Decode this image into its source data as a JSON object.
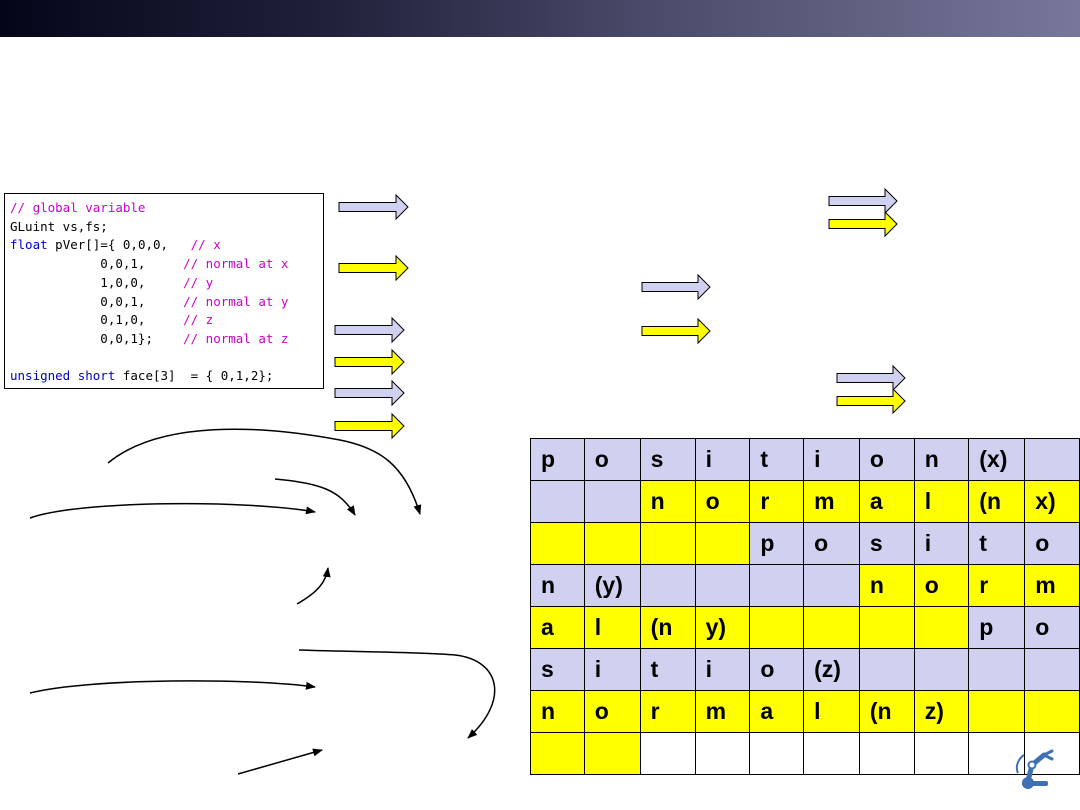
{
  "colors": {
    "lavender": "#d0d0f0",
    "yellow": "#ffff00",
    "comment": "#cc00cc",
    "keyword": "#0000cc"
  },
  "code": {
    "lines": [
      [
        {
          "text": "// global variable",
          "style": "comment"
        }
      ],
      [
        {
          "text": "GLuint vs,fs;",
          "style": "plain"
        }
      ],
      [
        {
          "text": "float",
          "style": "key"
        },
        {
          "text": " pVer[]={ 0,0,0,   ",
          "style": "plain"
        },
        {
          "text": "// x",
          "style": "comment"
        }
      ],
      [
        {
          "text": "            0,0,1,     ",
          "style": "plain"
        },
        {
          "text": "// normal at x",
          "style": "comment"
        }
      ],
      [
        {
          "text": "            1,0,0,     ",
          "style": "plain"
        },
        {
          "text": "// y",
          "style": "comment"
        }
      ],
      [
        {
          "text": "            0,0,1,     ",
          "style": "plain"
        },
        {
          "text": "// normal at y",
          "style": "comment"
        }
      ],
      [
        {
          "text": "            0,1,0,     ",
          "style": "plain"
        },
        {
          "text": "// z",
          "style": "comment"
        }
      ],
      [
        {
          "text": "            0,0,1};    ",
          "style": "plain"
        },
        {
          "text": "// normal at z",
          "style": "comment"
        }
      ],
      [
        {
          "text": "",
          "style": "plain"
        }
      ],
      [
        {
          "text": "unsigned short",
          "style": "key"
        },
        {
          "text": " face[3]  = { 0,1,2};",
          "style": "plain"
        }
      ]
    ]
  },
  "block_arrows": [
    {
      "color": "lavender"
    },
    {
      "color": "yellow"
    },
    {
      "color": "lavender"
    },
    {
      "color": "yellow"
    },
    {
      "color": "lavender"
    },
    {
      "color": "yellow"
    },
    {
      "color": "lavender"
    },
    {
      "color": "yellow"
    },
    {
      "color": "lavender"
    },
    {
      "color": "yellow"
    },
    {
      "color": "lavender"
    },
    {
      "color": "yellow"
    }
  ],
  "memory_grid": [
    [
      {
        "t": "p",
        "c": "l"
      },
      {
        "t": "o",
        "c": "l"
      },
      {
        "t": "s",
        "c": "l"
      },
      {
        "t": "i",
        "c": "l"
      },
      {
        "t": "t",
        "c": "l"
      },
      {
        "t": "i",
        "c": "l"
      },
      {
        "t": "o",
        "c": "l"
      },
      {
        "t": "n",
        "c": "l"
      },
      {
        "t": "(x)",
        "c": "l"
      },
      {
        "t": "",
        "c": "l"
      }
    ],
    [
      {
        "t": "",
        "c": "l"
      },
      {
        "t": "",
        "c": "l"
      },
      {
        "t": "n",
        "c": "y"
      },
      {
        "t": "o",
        "c": "y"
      },
      {
        "t": "r",
        "c": "y"
      },
      {
        "t": "m",
        "c": "y"
      },
      {
        "t": "a",
        "c": "y"
      },
      {
        "t": "l",
        "c": "y"
      },
      {
        "t": "(n",
        "c": "y"
      },
      {
        "t": "x)",
        "c": "y"
      }
    ],
    [
      {
        "t": "",
        "c": "y"
      },
      {
        "t": "",
        "c": "y"
      },
      {
        "t": "",
        "c": "y"
      },
      {
        "t": "",
        "c": "y"
      },
      {
        "t": "p",
        "c": "l"
      },
      {
        "t": "o",
        "c": "l"
      },
      {
        "t": "s",
        "c": "l"
      },
      {
        "t": "i",
        "c": "l"
      },
      {
        "t": "t",
        "c": "l"
      },
      {
        "t": "o",
        "c": "l"
      }
    ],
    [
      {
        "t": "n",
        "c": "l"
      },
      {
        "t": "(y)",
        "c": "l"
      },
      {
        "t": "",
        "c": "l"
      },
      {
        "t": "",
        "c": "l"
      },
      {
        "t": "",
        "c": "l"
      },
      {
        "t": "",
        "c": "l"
      },
      {
        "t": "n",
        "c": "y"
      },
      {
        "t": "o",
        "c": "y"
      },
      {
        "t": "r",
        "c": "y"
      },
      {
        "t": "m",
        "c": "y"
      }
    ],
    [
      {
        "t": "a",
        "c": "y"
      },
      {
        "t": "l",
        "c": "y"
      },
      {
        "t": "(n",
        "c": "y"
      },
      {
        "t": "y)",
        "c": "y"
      },
      {
        "t": "",
        "c": "y"
      },
      {
        "t": "",
        "c": "y"
      },
      {
        "t": "",
        "c": "y"
      },
      {
        "t": "",
        "c": "y"
      },
      {
        "t": "p",
        "c": "l"
      },
      {
        "t": "o",
        "c": "l"
      }
    ],
    [
      {
        "t": "s",
        "c": "l"
      },
      {
        "t": "i",
        "c": "l"
      },
      {
        "t": "t",
        "c": "l"
      },
      {
        "t": "i",
        "c": "l"
      },
      {
        "t": "o",
        "c": "l"
      },
      {
        "t": "(z)",
        "c": "l"
      },
      {
        "t": "",
        "c": "l"
      },
      {
        "t": "",
        "c": "l"
      },
      {
        "t": "",
        "c": "l"
      },
      {
        "t": "",
        "c": "l"
      }
    ],
    [
      {
        "t": "n",
        "c": "y"
      },
      {
        "t": "o",
        "c": "y"
      },
      {
        "t": "r",
        "c": "y"
      },
      {
        "t": "m",
        "c": "y"
      },
      {
        "t": "a",
        "c": "y"
      },
      {
        "t": "l",
        "c": "y"
      },
      {
        "t": "(n",
        "c": "y"
      },
      {
        "t": "z)",
        "c": "y"
      },
      {
        "t": "",
        "c": "y"
      },
      {
        "t": "",
        "c": "y"
      }
    ],
    [
      {
        "t": "",
        "c": "y"
      },
      {
        "t": "",
        "c": "y"
      },
      {
        "t": "",
        "c": "w"
      },
      {
        "t": "",
        "c": "w"
      },
      {
        "t": "",
        "c": "w"
      },
      {
        "t": "",
        "c": "w"
      },
      {
        "t": "",
        "c": "w"
      },
      {
        "t": "",
        "c": "w"
      },
      {
        "t": "",
        "c": "w"
      },
      {
        "t": "",
        "c": "w"
      }
    ]
  ],
  "logo": {
    "icon": "robot-arm-icon"
  }
}
